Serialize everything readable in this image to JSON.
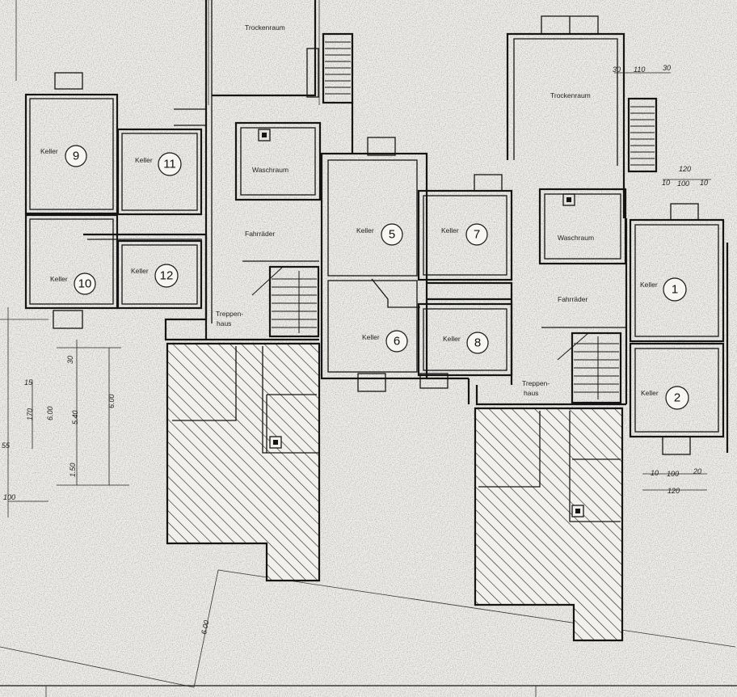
{
  "labels": {
    "keller": "Keller",
    "trockenraum": "Trockenraum",
    "waschraum": "Waschraum",
    "fahrraeder": "Fahrräder",
    "treppenhaus_1": "Treppen-",
    "treppenhaus_2": "haus"
  },
  "rooms": {
    "k1": "1",
    "k2": "2",
    "k5": "5",
    "k6": "6",
    "k7": "7",
    "k8": "8",
    "k9": "9",
    "k10": "10",
    "k11": "11",
    "k12": "12"
  },
  "dimensions": {
    "d30a": "30",
    "d110": "110",
    "d30b": "30",
    "d120a": "120",
    "d10a": "10",
    "d100a": "100",
    "d10b": "10",
    "d10c": "10",
    "d100b": "100",
    "d20": "20",
    "d120b": "120",
    "d30v": "30",
    "d15": "15",
    "d170": "170",
    "d540": "5.40",
    "d600a": "6.00",
    "d600b": "6.00",
    "d150": "1.50",
    "d55": "55",
    "d100c": "100",
    "d600c": "6.00"
  },
  "colors": {
    "ink": "#151515",
    "paper": "#f1f0ec"
  }
}
